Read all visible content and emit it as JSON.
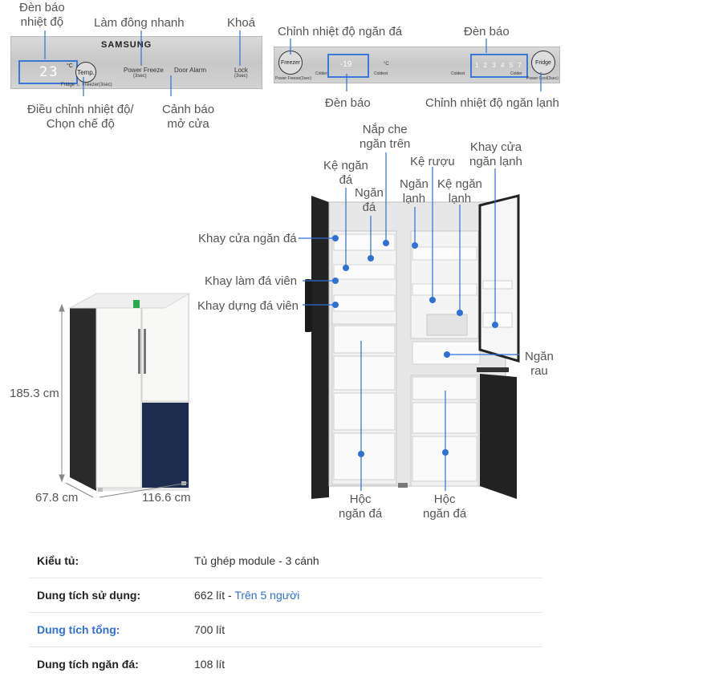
{
  "panel_left": {
    "brand": "SAMSUNG",
    "display": "23",
    "unit": "°C",
    "temp_button": "Temp.",
    "power_freeze": "Power Freeze",
    "power_freeze_sub": "(3sec)",
    "door_alarm": "Door Alarm",
    "lock": "Lock",
    "lock_sub": "(3sec)",
    "fridge_freezer": "Fridge ↔ Freezer(3sec)"
  },
  "panel_right": {
    "freezer_button": "Freezer",
    "power_freeze": "Power Freeze(3sec)",
    "colder1": "Colder",
    "display": "-19",
    "unit": "°C",
    "coldest1": "Coldest",
    "scale": "1 2 3 4 5 7",
    "coldest2": "Coldest",
    "colder2": "Colder",
    "fridge_button": "Fridge",
    "power_cool": "Power Cool(3sec)"
  },
  "panel_left_labels": {
    "indicator": "Đèn báo\nnhiệt độ",
    "quick_freeze": "Làm đông nhanh",
    "lock": "Khoá",
    "temp_adjust": "Điều chỉnh nhiệt độ/\nChọn chế độ",
    "door_alarm": "Cảnh báo\nmở cửa"
  },
  "panel_right_labels": {
    "freezer_adjust": "Chỉnh nhiệt độ ngăn đá",
    "indicator_top": "Đèn báo",
    "indicator_bottom": "Đèn báo",
    "fridge_adjust": "Chỉnh nhiệt độ ngăn lạnh"
  },
  "dimensions": {
    "height": "185.3 cm",
    "depth": "67.8 cm",
    "width": "116.6 cm"
  },
  "interior_labels": {
    "top_cover": "Nắp che\nngăn trên",
    "freezer_shelf": "Kệ ngăn\nđá",
    "freezer_compartment": "Ngăn\nđá",
    "fridge_compartment": "Ngăn\nlạnh",
    "wine_rack": "Kệ rượu",
    "fridge_shelf": "Kệ ngăn\nlạnh",
    "fridge_door_tray": "Khay cửa\nngăn lạnh",
    "freezer_door_tray": "Khay cửa ngăn đá",
    "ice_maker_tray": "Khay làm đá viên",
    "ice_storage_tray": "Khay dựng đá viên",
    "vegetable_drawer": "Ngăn\nrau",
    "freezer_drawer_left": "Hộc\nngăn đá",
    "freezer_drawer_right": "Hộc\nngăn đá"
  },
  "specs": [
    {
      "key": "Kiểu tủ:",
      "value": "Tủ ghép module - 3 cánh",
      "extra": "",
      "key_link": false
    },
    {
      "key": "Dung tích sử dụng:",
      "value": "662 lít - ",
      "extra": "Trên 5 người",
      "key_link": false
    },
    {
      "key": "Dung tích tổng:",
      "value": "700 lít",
      "extra": "",
      "key_link": true
    },
    {
      "key": "Dung tích ngăn đá:",
      "value": "108 lít",
      "extra": "",
      "key_link": false
    }
  ],
  "colors": {
    "accent": "#2f6fd6",
    "panel": "#d0d0d0",
    "door_navy": "#1d2d4f",
    "door_white": "#f7f7f5"
  }
}
